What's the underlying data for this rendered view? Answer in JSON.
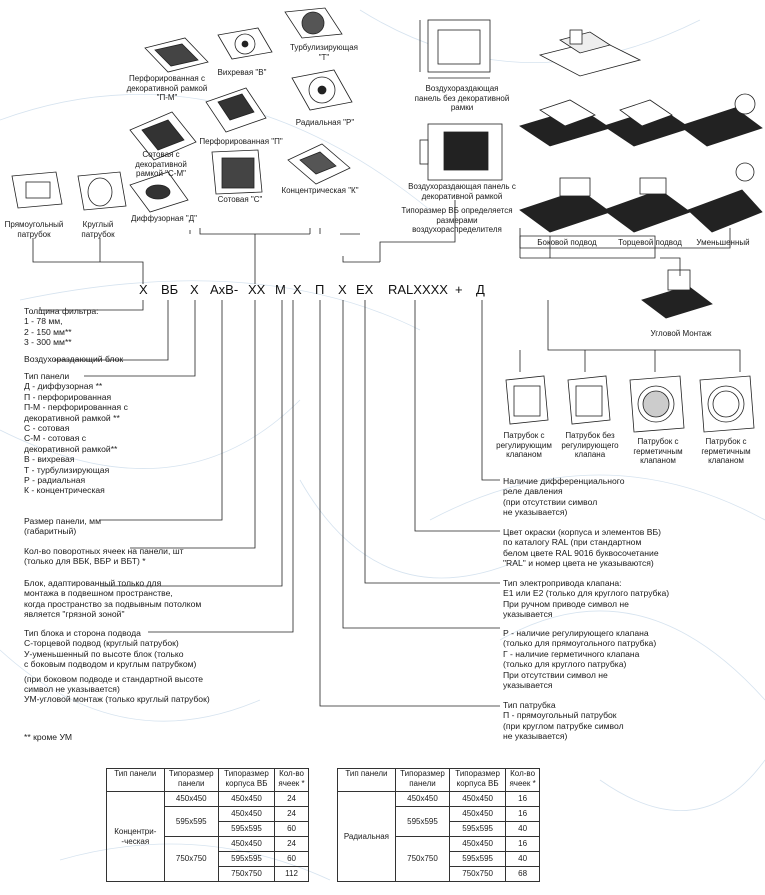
{
  "code_tokens": [
    "Х",
    "ВБ",
    "Х",
    "АхВ-",
    "ХХ",
    "М",
    "Х",
    "П",
    "Х",
    "ЕХ",
    "RALXXXX",
    "+",
    "Д"
  ],
  "panels": {
    "perforated_frame": "Перфорированная с декоративной рамкой \"П-М\"",
    "swirl": "Вихревая \"В\"",
    "turbulizing": "Турбулизирующая \"Т\"",
    "cellular_frame": "Сотовая с декоративной рамкой \"С-М\"",
    "perforated": "Перфорированная \"П\"",
    "radial": "Радиальная \"Р\"",
    "cellular": "Сотовая \"С\"",
    "concentric": "Концентрическая \"К\"",
    "diffuser": "Диффузорная \"Д\""
  },
  "spigots_left": {
    "rect": "Прямоугольный патрубок",
    "round": "Круглый патрубок"
  },
  "units": {
    "no_panel": "Воздухораздающая панель без декоративной рамки",
    "with_panel": "Воздухораздающая панель с декоративной рамкой",
    "size_note": "Типоразмер ВБ определяется размерами воздухораспределителя"
  },
  "connections": {
    "side": "Боковой подвод",
    "end": "Торцевой подвод",
    "reduced": "Уменьшенный",
    "corner": "Угловой Монтаж"
  },
  "spigots_right": {
    "reg": "Патрубок с регулирующим клапаном",
    "noreg": "Патрубок без регулирующего клапана",
    "herm": "Патрубок с герметичным клапаном",
    "herm2": "Патрубок с герметичным клапаном"
  },
  "left_notes": {
    "filter": [
      "Толщина фильтра:",
      "1 - 78 мм,",
      "2 - 150 мм**",
      "3 - 300 мм**"
    ],
    "block": "Воздухораздающий блок",
    "panel_type": [
      "Тип панели",
      "Д - диффузорная **",
      "П - перфорированная",
      "П-М - перфорированная с",
      "декоративной рамкой **",
      "С - сотовая",
      "С-М - сотовая с",
      "декоративной рамкой**",
      "В - вихревая",
      "Т - турбулизирующая",
      "Р - радиальная",
      "К - концентрическая"
    ],
    "panel_size": [
      "Размер панели, мм",
      "(габаритный)"
    ],
    "cells": [
      "Кол-во поворотных ячеек на панели, шт",
      "(только для ВБК, ВБР и ВБТ) *"
    ],
    "mount": [
      "Блок, адаптированный только для",
      "монтажа в подвешном пространстве,",
      "когда пространство за подвывным потолком",
      "является \"грязной зоной\""
    ],
    "unit_type": [
      "Тип блока и сторона подвода",
      "С-торцевой подвод (круглый патрубок)",
      "У-уменьшенный по высоте блок (только",
      "с боковым подводом и круглым патрубком)",
      "",
      "(при боковом подводе и стандартной высоте",
      "символ не указывается)",
      "УМ-угловой монтаж (только круглый патрубок)"
    ],
    "footnote": "** кроме УМ"
  },
  "right_notes": {
    "relay": [
      "Наличие дифференциального",
      "реле давления",
      "(при отсутствии символ",
      "не указывается)"
    ],
    "color": [
      "Цвет окраски (корпуса и элементов ВБ)",
      "по каталогу RAL (при стандартном",
      "белом цвете RAL 9016 буквосочетание",
      "\"RAL\" и номер цвета не указываются)"
    ],
    "drive": [
      "Тип электропривода клапана:",
      "Е1 или Е2       (только для круглого патрубка)",
      "   При ручном приводе символ не",
      "   указывается"
    ],
    "valve": [
      "Р - наличие регулирующего клапана",
      "(только для прямоугольного патрубка)",
      "Г - наличие герметичного клапана",
      "(только для круглого патрубка)",
      "При отсутствии символ не",
      "указывается"
    ],
    "spigot": [
      "Тип патрубка",
      "П - прямоугольный патрубок",
      "(при круглом патрубке символ",
      "не указывается)"
    ]
  },
  "table_headers": [
    "Тип   панели",
    "Типоразмер панели",
    "Типоразмер корпуса ВБ",
    "Кол-во ячеек  *"
  ],
  "table_left": {
    "type": "Концентри- -ческая",
    "panel_sizes": [
      "450х450",
      "595х595",
      "750х750"
    ],
    "rows": [
      [
        "450х450",
        "24"
      ],
      [
        "450х450",
        "24"
      ],
      [
        "595х595",
        "60"
      ],
      [
        "450х450",
        "24"
      ],
      [
        "595х595",
        "60"
      ],
      [
        "750х750",
        "112"
      ]
    ]
  },
  "table_right": {
    "type": "Радиальная",
    "panel_sizes": [
      "450х450",
      "595х595",
      "750х750"
    ],
    "rows": [
      [
        "450х450",
        "16"
      ],
      [
        "450х450",
        "16"
      ],
      [
        "595х595",
        "40"
      ],
      [
        "450х450",
        "16"
      ],
      [
        "595х595",
        "40"
      ],
      [
        "750х750",
        "68"
      ]
    ]
  }
}
